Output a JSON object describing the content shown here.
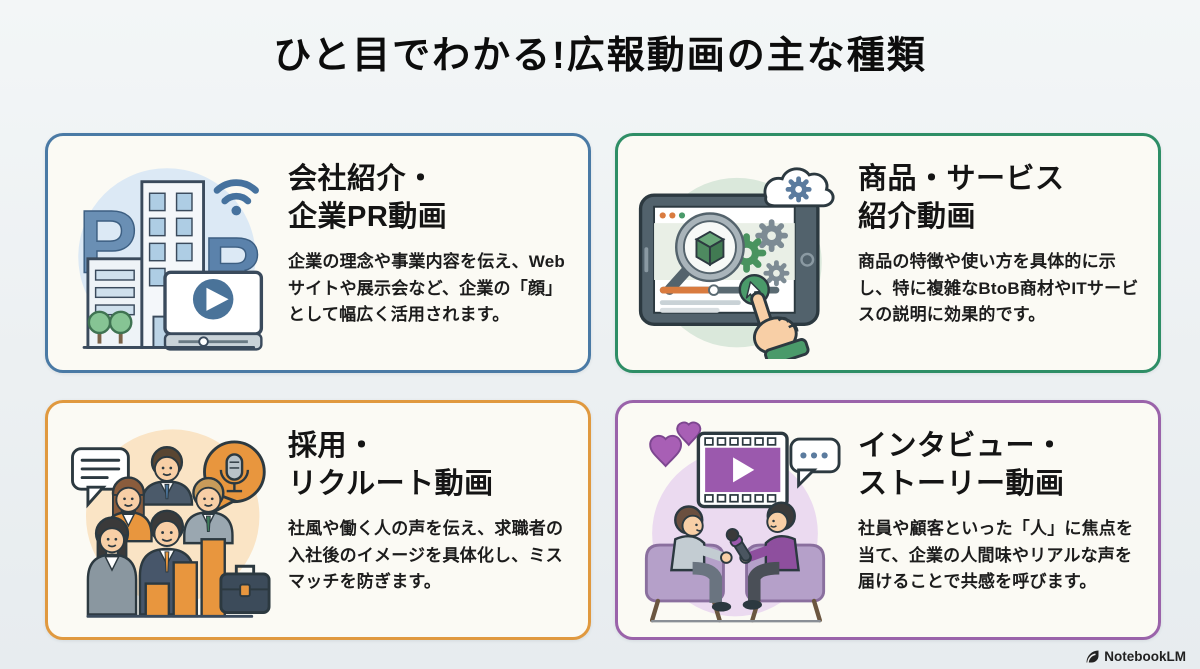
{
  "page": {
    "title": "ひと目でわかる!広報動画の主な種類",
    "background_color": "#edf1f3",
    "card_background": "#fbfaf4"
  },
  "watermark": {
    "brand": "NotebookLM",
    "icon": "notebooklm-logo-icon"
  },
  "cards": [
    {
      "name": "company-pr-video",
      "accent_color": "#4a7aa5",
      "title_line1": "会社紹介・",
      "title_line2": "企業PR動画",
      "body": "企業の理念や事業内容を伝え、Webサイトや展示会など、企業の「顔」として幅広く活用されます。",
      "illustration": "office-buildings-with-pr-letters-wifi-and-video-player",
      "icon_motifs": [
        "letter-P",
        "letter-R",
        "office-building",
        "wifi-signal",
        "video-player-play-button",
        "trees"
      ]
    },
    {
      "name": "product-service-video",
      "accent_color": "#2e8e66",
      "title_line1": "商品・サービス",
      "title_line2": "紹介動画",
      "body": "商品の特徴や使い方を具体的に示し、特に複雑なBtoB商材やITサービスの説明に効果的です。",
      "illustration": "tablet-with-magnifier-cube-gears-cloud-and-tapping-hand",
      "icon_motifs": [
        "tablet",
        "magnifying-glass",
        "package-cube",
        "gears",
        "cloud-gear",
        "progress-bar",
        "pointing-hand",
        "play-button"
      ]
    },
    {
      "name": "recruit-video",
      "accent_color": "#e0993f",
      "title_line1": "採用・",
      "title_line2": "リクルート動画",
      "body": "社風や働く人の声を伝え、求職者の入社後のイメージを具体化し、ミスマッチを防ぎます。",
      "illustration": "business-team-with-speech-bubble-microphone-bar-chart-and-briefcase",
      "icon_motifs": [
        "speech-bubble",
        "microphone-bubble",
        "business-people",
        "bar-chart",
        "briefcase"
      ]
    },
    {
      "name": "interview-story-video",
      "accent_color": "#9a63aa",
      "title_line1": "インタビュー・",
      "title_line2": "ストーリー動画",
      "body": "社員や顧客といった「人」に焦点を当て、企業の人間味やリアルな声を届けることで共感を呼びます。",
      "illustration": "two-people-interview-with-film-strip-hearts-and-speech-bubble",
      "icon_motifs": [
        "film-strip-play",
        "hearts",
        "dots-speech-bubble",
        "interviewer-with-microphone",
        "chairs"
      ]
    }
  ]
}
